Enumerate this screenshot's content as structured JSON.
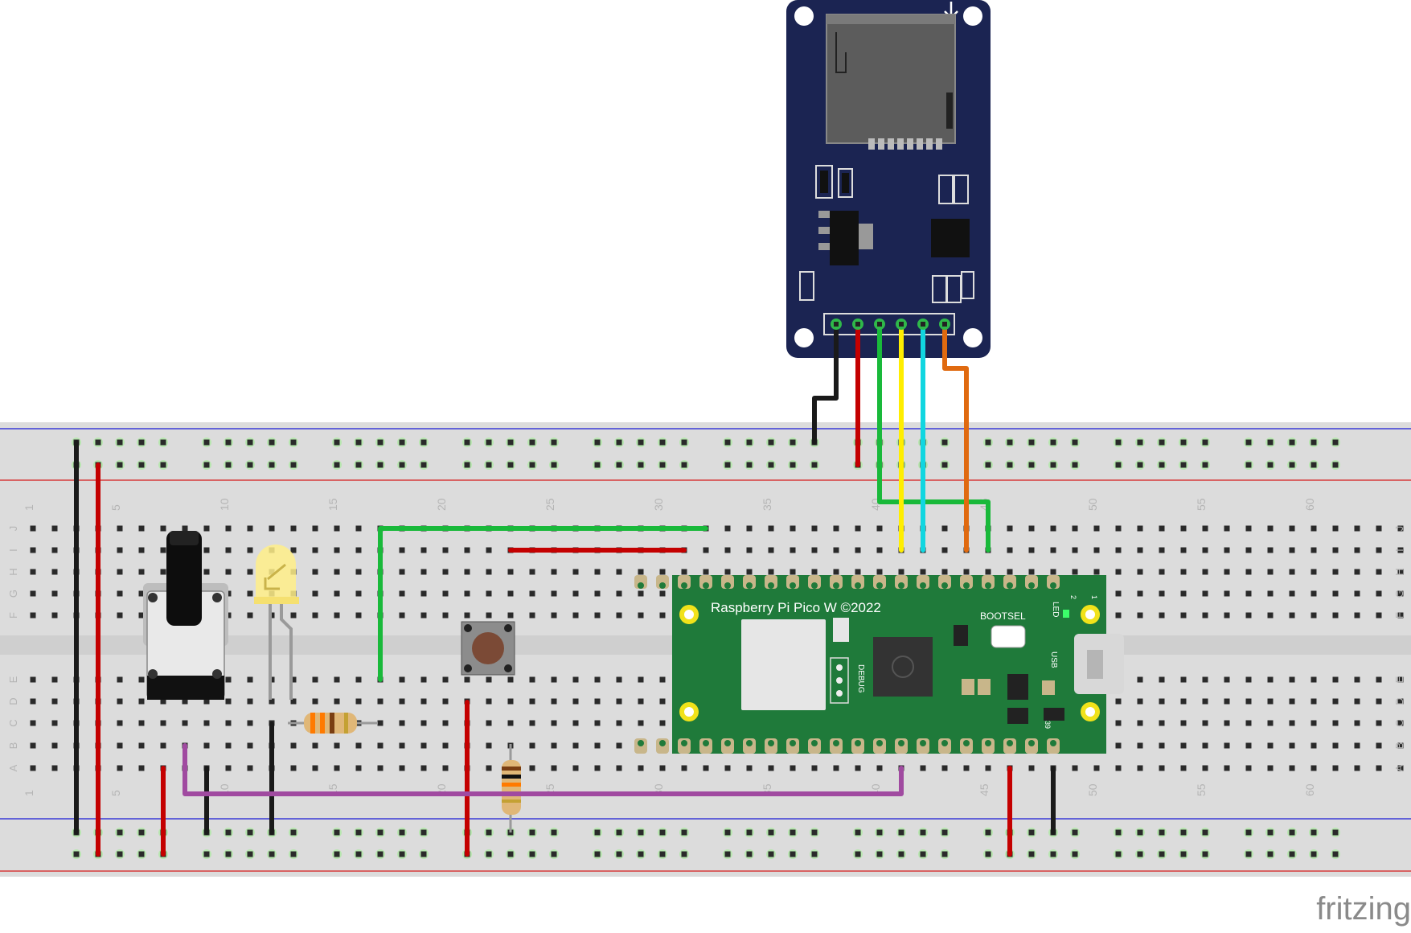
{
  "board": {
    "title": "Raspberry Pi Pico W ©2022",
    "bootsel": "BOOTSEL",
    "debug": "DEBUG",
    "usb": "USB",
    "led": "LED",
    "pin_top_left": "2",
    "pin_top_right": "1",
    "pin_bottom_right": "39"
  },
  "breadboard": {
    "row_letters_top": [
      "J",
      "I",
      "H",
      "G",
      "F"
    ],
    "row_letters_bottom": [
      "E",
      "D",
      "C",
      "B",
      "A"
    ],
    "column_numbers": [
      "1",
      "5",
      "10",
      "15",
      "20",
      "25",
      "30",
      "35",
      "40",
      "45",
      "50",
      "55",
      "60"
    ]
  },
  "watermark": "fritzing",
  "colors": {
    "breadboard": "#dcdcdc",
    "rail_blue": "#3b3bd6",
    "rail_red": "#d63b3b",
    "pico_green": "#1f7a3a",
    "sd_module": "#1b2452",
    "wire_black": "#1a1a1a",
    "wire_red": "#c40000",
    "wire_green": "#19b93a",
    "wire_yellow": "#ffee00",
    "wire_cyan": "#11d6e0",
    "wire_orange": "#e06a10",
    "wire_purple": "#a04aa0"
  },
  "icons": [
    "potentiometer-icon",
    "led-icon",
    "resistor-icon",
    "pushbutton-icon",
    "sd-card-module-icon",
    "raspberry-logo-icon"
  ]
}
